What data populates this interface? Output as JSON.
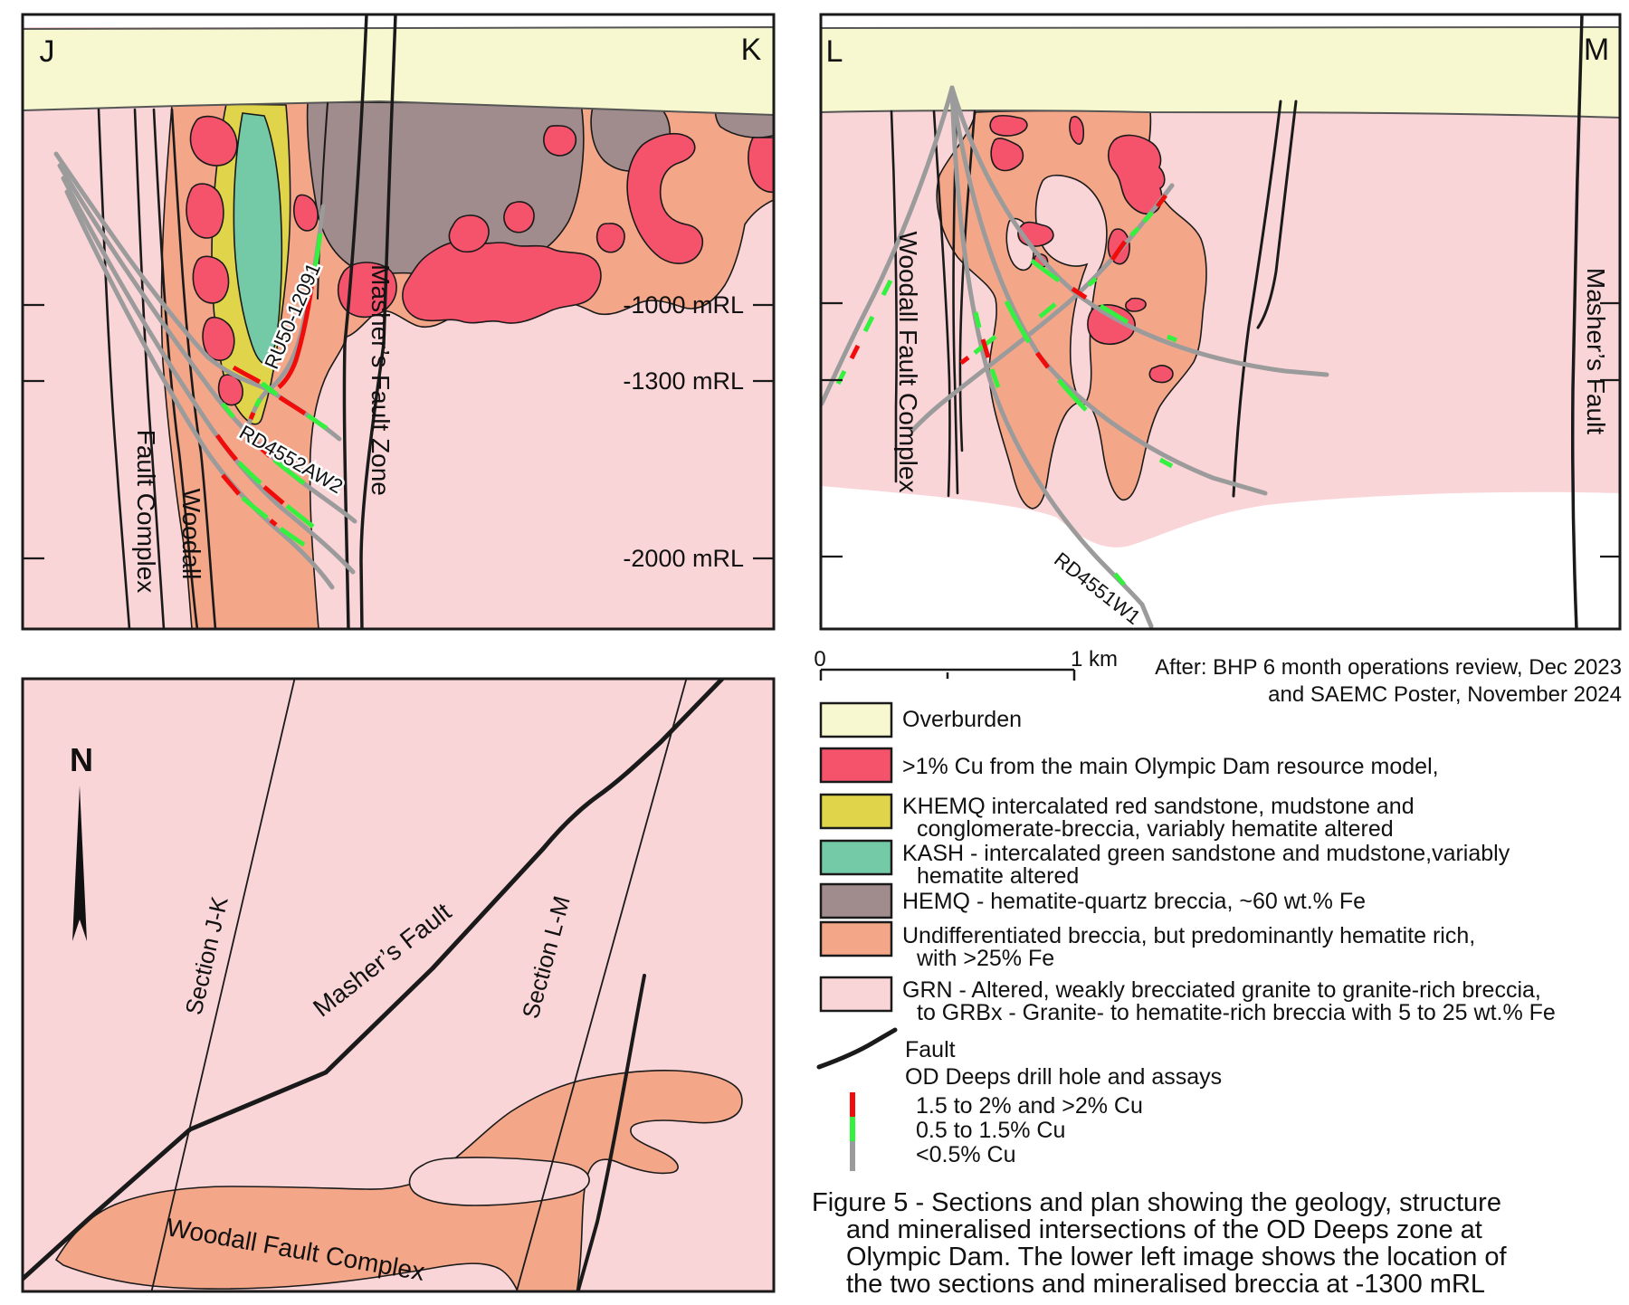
{
  "palette": {
    "grn": "#FAD5D8",
    "overburden": "#F8F8D0",
    "breccia": "#F4A689",
    "cu": "#F5536C",
    "khemq": "#DFD44A",
    "kash": "#74C9A7",
    "hemq": "#A08B8D",
    "drill": "#9B9B9B",
    "assay_green": "#35F13F",
    "assay_red": "#F10C0C"
  },
  "section_jk": {
    "corner_left": "J",
    "corner_right": "K",
    "masher_label": "Masher’s Fault Zone",
    "woodall_label": "Woodall",
    "fault_complex_label": "Fault Complex",
    "drill1_label": "RU50-12091",
    "drill2_label": "RD4552AW2",
    "elevations": [
      "-1000 mRL",
      "-1300 mRL",
      "-2000 mRL"
    ]
  },
  "section_lm": {
    "corner_left": "L",
    "corner_right": "M",
    "woodall_label": "Woodall Fault Complex",
    "masher_label": "Masher’s Fault",
    "drill_label": "RD4551W1"
  },
  "plan": {
    "north_label": "N",
    "section_jk_label": "Section J-K",
    "masher_label": "Masher’s Fault",
    "section_lm_label": "Section L-M",
    "woodall_label": "Woodall Fault Complex"
  },
  "scalebar": {
    "zero": "0",
    "one_km": "1 km"
  },
  "attribution": [
    "After: BHP 6 month operations review, Dec 2023",
    "and SAEMC Poster, November 2024"
  ],
  "legend": {
    "items": [
      {
        "color": "#F8F8D0",
        "lines": [
          "Overburden"
        ]
      },
      {
        "color": "#F5536C",
        "lines": [
          ">1% Cu from the main Olympic Dam resource model,"
        ]
      },
      {
        "color": "#DFD44A",
        "lines": [
          "KHEMQ intercalated red sandstone, mudstone and",
          "conglomerate-breccia, variably hematite altered"
        ]
      },
      {
        "color": "#74C9A7",
        "lines": [
          "KASH - intercalated green sandstone and mudstone,variably",
          "hematite altered"
        ]
      },
      {
        "color": "#A08B8D",
        "lines": [
          "HEMQ - hematite-quartz breccia, ~60 wt.% Fe"
        ]
      },
      {
        "color": "#F4A689",
        "lines": [
          "Undifferentiated breccia, but predominantly hematite rich,",
          "with >25% Fe"
        ]
      },
      {
        "color": "#FAD5D8",
        "lines": [
          "GRN - Altered, weakly brecciated granite to granite-rich breccia,",
          "to GRBx - Granite- to hematite-rich breccia with 5 to 25 wt.% Fe"
        ]
      }
    ],
    "fault_label": "Fault",
    "drill_header": "OD Deeps drill hole and assays",
    "assays": [
      {
        "color": "#F10C0C",
        "label": "1.5 to 2% and >2% Cu"
      },
      {
        "color": "#35F13F",
        "label": "0.5 to 1.5% Cu"
      },
      {
        "color": "#9B9B9B",
        "label": "<0.5% Cu"
      }
    ]
  },
  "caption": [
    "Figure 5 - Sections and plan showing the geology, structure",
    "and mineralised intersections of the OD Deeps zone at",
    "Olympic Dam. The lower left image shows the location of",
    "the two sections and mineralised breccia at -1300 mRL"
  ]
}
